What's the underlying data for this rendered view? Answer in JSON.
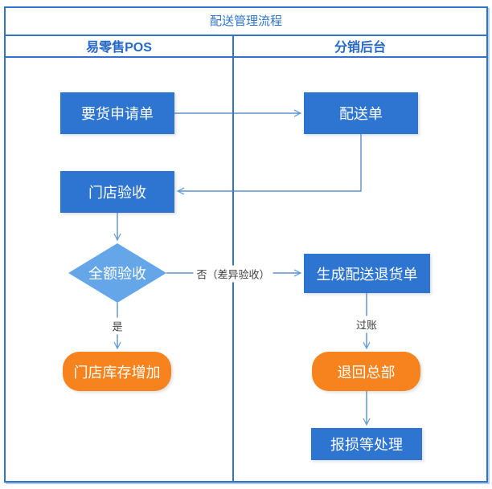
{
  "title": "配送管理流程",
  "lanes": {
    "left": "易零售POS",
    "right": "分销后台"
  },
  "nodes": {
    "request_order": "要货申请单",
    "delivery_order": "配送单",
    "store_acceptance": "门店验收",
    "full_acceptance": "全额验收",
    "generate_return": "生成配送退货单",
    "stock_increase": "门店库存增加",
    "return_hq": "退回总部",
    "loss_processing": "报损等处理"
  },
  "edge_labels": {
    "no_branch": "否（差异验收）",
    "yes_branch": "是",
    "posting": "过账"
  },
  "colors": {
    "frame_border": "#3273c8",
    "process_fill": "#2e75d2",
    "decision_fill": "#64a6e8",
    "result_fill": "#f6831d",
    "connector": "#3e7bc4",
    "arrowhead": "#6fa3dc",
    "title_text": "#2e74c9",
    "header_text": "#2568c7",
    "node_text": "#ffffff",
    "edge_label_text": "#3f3f3f"
  }
}
